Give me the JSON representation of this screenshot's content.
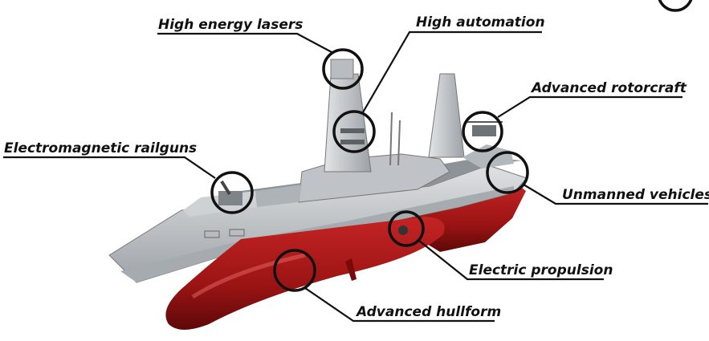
{
  "diagram": {
    "labels": {
      "lasers": "High energy lasers",
      "automation": "High automation",
      "rotorcraft": "Advanced rotorcraft",
      "railguns": "Electromagnetic railguns",
      "unmanned": "Unmanned vehicles",
      "propulsion": "Electric propulsion",
      "hullform": "Advanced hullform"
    },
    "colors": {
      "hull_red": "#a01818",
      "superstructure": "#c9cccf",
      "deck": "#8e9398",
      "outline": "#111111"
    }
  }
}
